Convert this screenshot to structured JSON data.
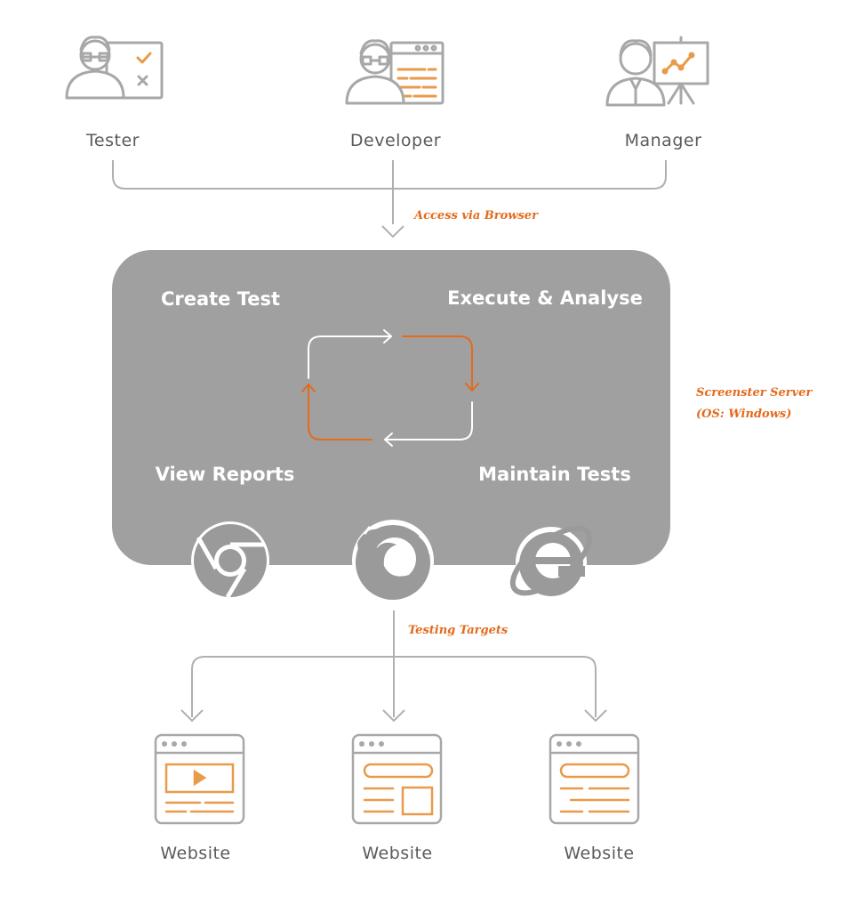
{
  "roles": {
    "tester": "Tester",
    "developer": "Developer",
    "manager": "Manager"
  },
  "access_note": "Access via Browser",
  "server_box": {
    "create_test": "Create Test",
    "execute_analyse": "Execute & Analyse",
    "view_reports": "View Reports",
    "maintain_tests": "Maintain Tests"
  },
  "server_note": {
    "line1": "Screenster Server",
    "line2": "(OS: Windows)"
  },
  "browsers": [
    "chrome-icon",
    "firefox-icon",
    "internet-explorer-icon"
  ],
  "targets_note": "Testing Targets",
  "websites": [
    "Website",
    "Website",
    "Website"
  ],
  "colors": {
    "gray": "#a3a3a3",
    "dark_gray": "#5b5b5b",
    "orange": "#e46a1c",
    "icon_orange": "#e99a4a",
    "box": "#a0a0a0"
  }
}
